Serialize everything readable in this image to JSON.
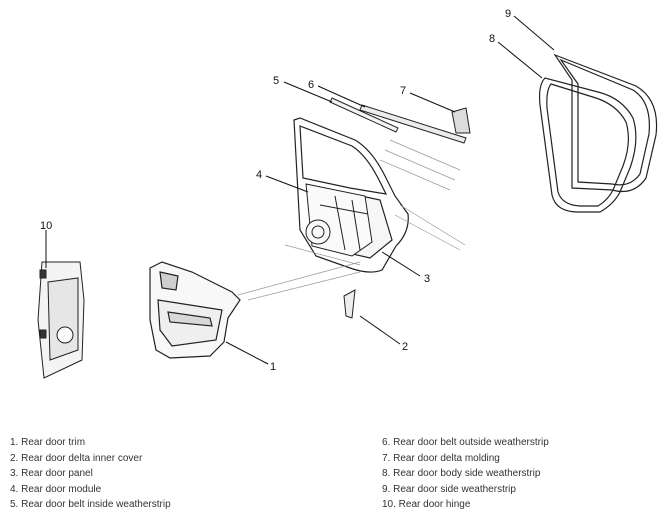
{
  "callouts": [
    "1",
    "2",
    "3",
    "4",
    "5",
    "6",
    "7",
    "8",
    "9",
    "10"
  ],
  "legend_left": [
    "1. Rear door trim",
    "2. Rear door delta inner cover",
    "3. Rear door panel",
    "4. Rear door module",
    "5. Rear door belt inside weatherstrip"
  ],
  "legend_right": [
    "6. Rear door belt outside weatherstrip",
    "7. Rear door delta molding",
    "8. Rear door body side weatherstrip",
    "9. Rear door side weatherstrip",
    "10. Rear door hinge"
  ]
}
